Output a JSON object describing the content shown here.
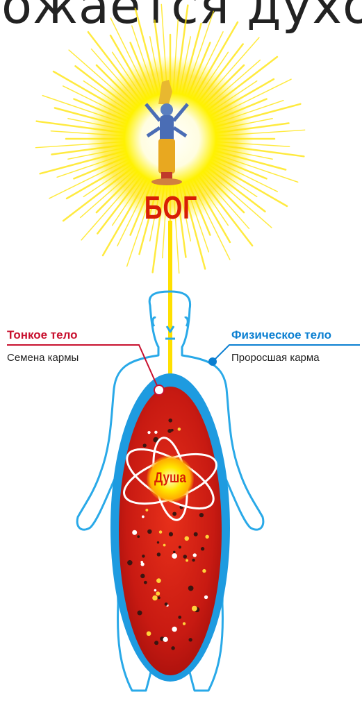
{
  "heading": "ожается духо",
  "god": {
    "label": "БОГ"
  },
  "soul": {
    "label": "Душа"
  },
  "subtle_body": {
    "title": "Тонкое тело",
    "subtitle": "Семена кармы"
  },
  "physical_body": {
    "title": "Физическое тело",
    "subtitle": "Проросшая карма"
  },
  "colors": {
    "subtle_title": "#c8102e",
    "physical_title": "#0b7fd1",
    "body_outline": "#29a9e8",
    "oval_blue": "#1e9be0",
    "oval_red": "#c81a12",
    "god_label": "#d81e05",
    "sun_yellow": "#fff200"
  },
  "icons": [
    "radiant-sun-icon",
    "deity-figure-icon",
    "human-body-outline-icon",
    "atom-orbit-icon"
  ]
}
